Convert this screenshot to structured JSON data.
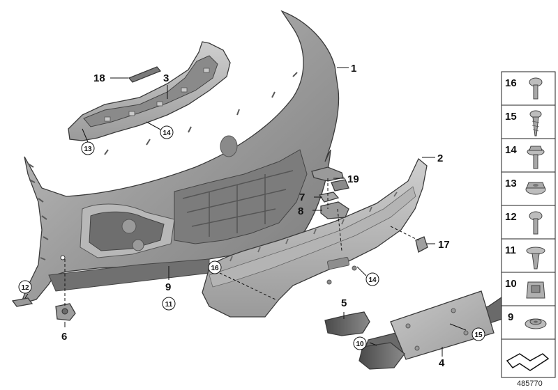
{
  "callouts": [
    {
      "id": "c1",
      "text": "1",
      "circled": false
    },
    {
      "id": "c2",
      "text": "2",
      "circled": false
    },
    {
      "id": "c3",
      "text": "3",
      "circled": false
    },
    {
      "id": "c4",
      "text": "4",
      "circled": false
    },
    {
      "id": "c5",
      "text": "5",
      "circled": false
    },
    {
      "id": "c6",
      "text": "6",
      "circled": false
    },
    {
      "id": "c7",
      "text": "7",
      "circled": false
    },
    {
      "id": "c8",
      "text": "8",
      "circled": false
    },
    {
      "id": "c9",
      "text": "9",
      "circled": false
    },
    {
      "id": "c10",
      "text": "10",
      "circled": true
    },
    {
      "id": "c11",
      "text": "11",
      "circled": true
    },
    {
      "id": "c12",
      "text": "12",
      "circled": true
    },
    {
      "id": "c13",
      "text": "13",
      "circled": true
    },
    {
      "id": "c14a",
      "text": "14",
      "circled": true
    },
    {
      "id": "c14b",
      "text": "14",
      "circled": true
    },
    {
      "id": "c15",
      "text": "15",
      "circled": true
    },
    {
      "id": "c16",
      "text": "16",
      "circled": true
    },
    {
      "id": "c17",
      "text": "17",
      "circled": false
    },
    {
      "id": "c18",
      "text": "18",
      "circled": false
    },
    {
      "id": "c19",
      "text": "19",
      "circled": false
    }
  ],
  "legend": {
    "items": [
      {
        "number": "16",
        "icon": "round-head-screw-icon"
      },
      {
        "number": "15",
        "icon": "tapping-screw-icon"
      },
      {
        "number": "14",
        "icon": "hex-flange-screw-icon"
      },
      {
        "number": "13",
        "icon": "hex-nut-icon"
      },
      {
        "number": "12",
        "icon": "round-head-screw-icon"
      },
      {
        "number": "11",
        "icon": "expanding-rivet-icon"
      },
      {
        "number": "10",
        "icon": "clip-nut-icon"
      },
      {
        "number": "9",
        "icon": "washer-nut-icon"
      }
    ],
    "footer_icon": "step-arrow-icon"
  },
  "document_number": "485770"
}
